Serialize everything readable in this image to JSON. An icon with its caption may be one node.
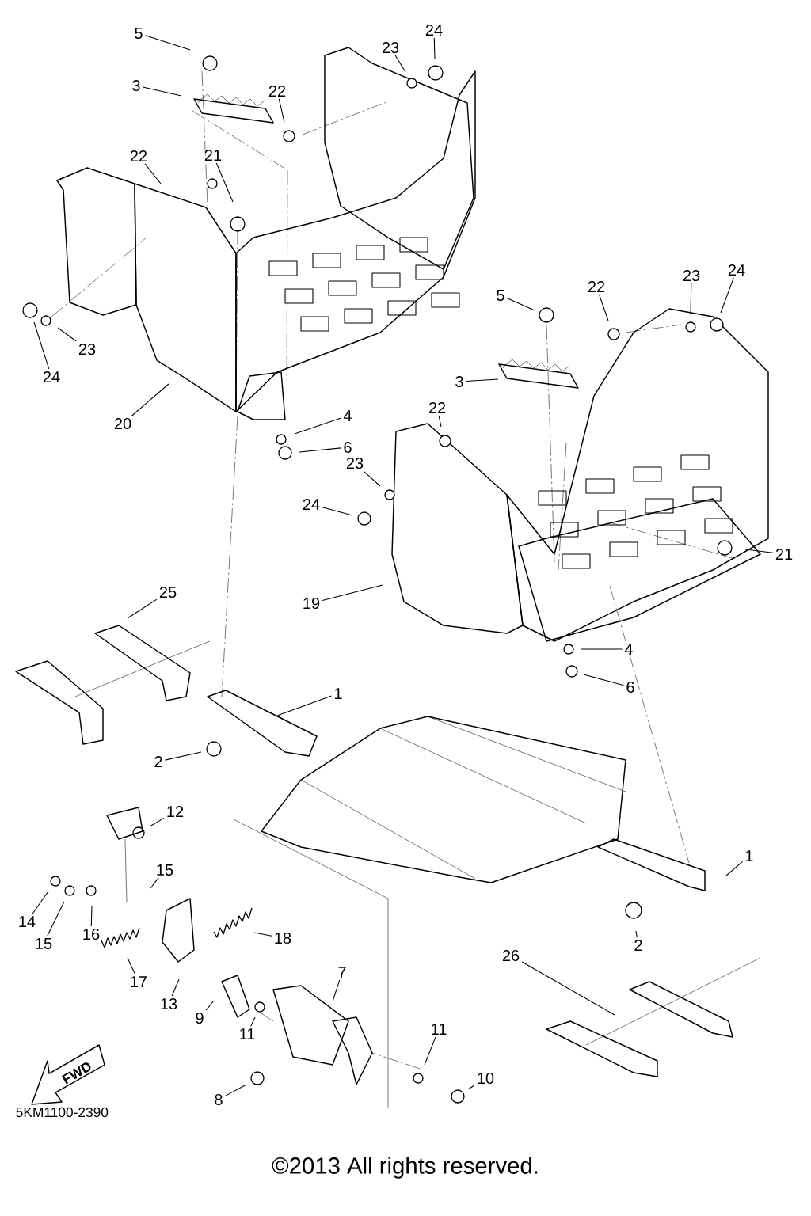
{
  "diagram": {
    "nodes": [
      {
        "text": [
          "5"
        ]
      },
      {
        "text": [
          "3"
        ]
      },
      {
        "text": [
          "22"
        ]
      },
      {
        "text": [
          "23"
        ]
      },
      {
        "text": [
          "24"
        ]
      },
      {
        "text": [
          "22"
        ]
      },
      {
        "text": [
          "21"
        ]
      },
      {
        "text": [
          "24"
        ]
      },
      {
        "text": [
          "23"
        ]
      },
      {
        "text": [
          "20"
        ]
      },
      {
        "text": [
          "4"
        ]
      },
      {
        "text": [
          "6"
        ]
      },
      {
        "text": [
          "5"
        ]
      },
      {
        "text": [
          "22"
        ]
      },
      {
        "text": [
          "23"
        ]
      },
      {
        "text": [
          "24"
        ]
      },
      {
        "text": [
          "3"
        ]
      },
      {
        "text": [
          "22"
        ]
      },
      {
        "text": [
          "23"
        ]
      },
      {
        "text": [
          "24"
        ]
      },
      {
        "text": [
          "21"
        ]
      },
      {
        "text": [
          "19"
        ]
      },
      {
        "text": [
          "4"
        ]
      },
      {
        "text": [
          "6"
        ]
      },
      {
        "text": [
          "25"
        ]
      },
      {
        "text": [
          "1"
        ]
      },
      {
        "text": [
          "2"
        ]
      },
      {
        "text": [
          "12"
        ]
      },
      {
        "text": [
          "15"
        ]
      },
      {
        "text": [
          "14"
        ]
      },
      {
        "text": [
          "15"
        ]
      },
      {
        "text": [
          "16"
        ]
      },
      {
        "text": [
          "18"
        ]
      },
      {
        "text": [
          "17"
        ]
      },
      {
        "text": [
          "13"
        ]
      },
      {
        "text": [
          "1"
        ]
      },
      {
        "text": [
          "2"
        ]
      },
      {
        "text": [
          "26"
        ]
      },
      {
        "text": [
          "7"
        ]
      },
      {
        "text": [
          "9"
        ]
      },
      {
        "text": [
          "11"
        ]
      },
      {
        "text": [
          "11"
        ]
      },
      {
        "text": [
          "10"
        ]
      },
      {
        "text": [
          "8"
        ]
      }
    ],
    "edges": [
      {
        "from": 0,
        "to": null,
        "arrow": "none"
      },
      {
        "from": 1,
        "to": null,
        "arrow": "none"
      },
      {
        "from": 2,
        "to": null,
        "arrow": "none"
      },
      {
        "from": 3,
        "to": null,
        "arrow": "none"
      },
      {
        "from": 4,
        "to": null,
        "arrow": "none"
      },
      {
        "from": 5,
        "to": null,
        "arrow": "none"
      },
      {
        "from": 6,
        "to": null,
        "arrow": "none"
      },
      {
        "from": 7,
        "to": null,
        "arrow": "none"
      },
      {
        "from": 8,
        "to": null,
        "arrow": "none"
      },
      {
        "from": 9,
        "to": null,
        "arrow": "none"
      },
      {
        "from": 10,
        "to": null,
        "arrow": "none"
      },
      {
        "from": 11,
        "to": null,
        "arrow": "none"
      },
      {
        "from": 12,
        "to": null,
        "arrow": "none"
      },
      {
        "from": 13,
        "to": null,
        "arrow": "none"
      },
      {
        "from": 14,
        "to": null,
        "arrow": "none"
      },
      {
        "from": 15,
        "to": null,
        "arrow": "none"
      },
      {
        "from": 16,
        "to": null,
        "arrow": "none"
      },
      {
        "from": 17,
        "to": null,
        "arrow": "none"
      },
      {
        "from": 18,
        "to": null,
        "arrow": "none"
      },
      {
        "from": 19,
        "to": null,
        "arrow": "none"
      },
      {
        "from": 20,
        "to": null,
        "arrow": "none"
      },
      {
        "from": 21,
        "to": null,
        "arrow": "none"
      },
      {
        "from": 22,
        "to": null,
        "arrow": "none"
      },
      {
        "from": 23,
        "to": null,
        "arrow": "none"
      },
      {
        "from": 24,
        "to": null,
        "arrow": "none"
      },
      {
        "from": 25,
        "to": null,
        "arrow": "none"
      },
      {
        "from": 26,
        "to": null,
        "arrow": "none"
      },
      {
        "from": 27,
        "to": null,
        "arrow": "none"
      },
      {
        "from": 28,
        "to": null,
        "arrow": "none"
      },
      {
        "from": 29,
        "to": null,
        "arrow": "none"
      },
      {
        "from": 30,
        "to": null,
        "arrow": "none"
      },
      {
        "from": 31,
        "to": null,
        "arrow": "none"
      },
      {
        "from": 32,
        "to": null,
        "arrow": "none"
      },
      {
        "from": 33,
        "to": null,
        "arrow": "none"
      },
      {
        "from": 34,
        "to": null,
        "arrow": "none"
      },
      {
        "from": 35,
        "to": null,
        "arrow": "none"
      },
      {
        "from": 36,
        "to": null,
        "arrow": "none"
      },
      {
        "from": 37,
        "to": null,
        "arrow": "none"
      },
      {
        "from": 38,
        "to": null,
        "arrow": "none"
      },
      {
        "from": 39,
        "to": null,
        "arrow": "none"
      },
      {
        "from": 40,
        "to": null,
        "arrow": "none"
      },
      {
        "from": 41,
        "to": null,
        "arrow": "none"
      },
      {
        "from": 42,
        "to": null,
        "arrow": "none"
      },
      {
        "from": 43,
        "to": null,
        "arrow": "none"
      }
    ],
    "labels": [
      "FWD",
      "5KM1100-2390",
      "©2013 All rights reserved."
    ]
  }
}
